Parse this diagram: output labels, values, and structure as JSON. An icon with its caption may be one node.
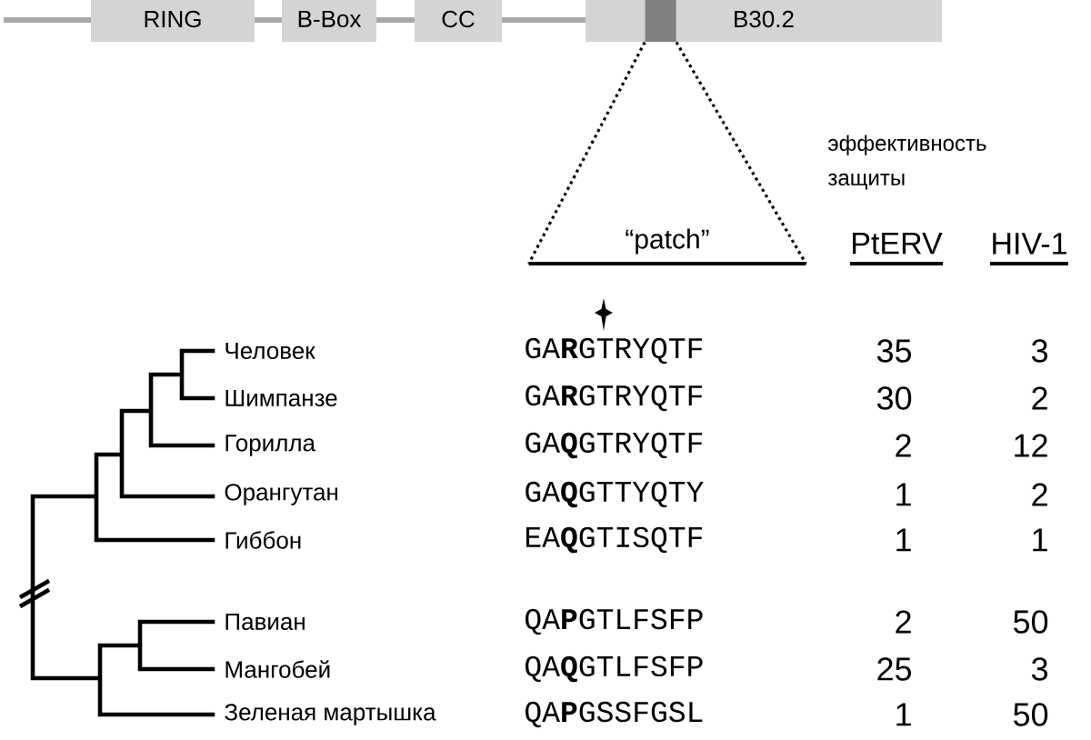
{
  "diagram": {
    "nodes": [
      {
        "text": [
          "RING"
        ]
      },
      {
        "text": [
          "B-Box"
        ]
      },
      {
        "text": [
          "CC"
        ]
      },
      {
        "text": [
          "B30.2"
        ]
      },
      {
        "text": [],
        "shape": "box",
        "in": 3
      },
      {
        "text": [
          "“patch”"
        ]
      }
    ],
    "edges": [
      {
        "from": 4,
        "to": 5,
        "arrow": "none",
        "style": "dashed"
      },
      {
        "from": 4,
        "to": 5,
        "arrow": "none",
        "style": "dashed"
      }
    ],
    "labels": [
      "эффективность защиты",
      "PtERV",
      "HIV-1",
      "Человек",
      "GA**R**GTRYQTF",
      "35",
      "3",
      "Шимпанзе",
      "GA**R**GTRYQTF",
      "30",
      "2",
      "Горилла",
      "GA**Q**GTRYQTF",
      "2",
      "12",
      "Орангутан",
      "GA**Q**GTTYQTY",
      "1",
      "2",
      "Гиббон",
      "EA**Q**GTISQTF",
      "1",
      "1",
      "Павиан",
      "QA**P**GTLFSFP",
      "2",
      "50",
      "Мангобей",
      "QA**Q**GTLFSFP",
      "25",
      "3",
      "Зеленая мартышка",
      "QA**P**GSSFGSL",
      "1",
      "50"
    ]
  }
}
